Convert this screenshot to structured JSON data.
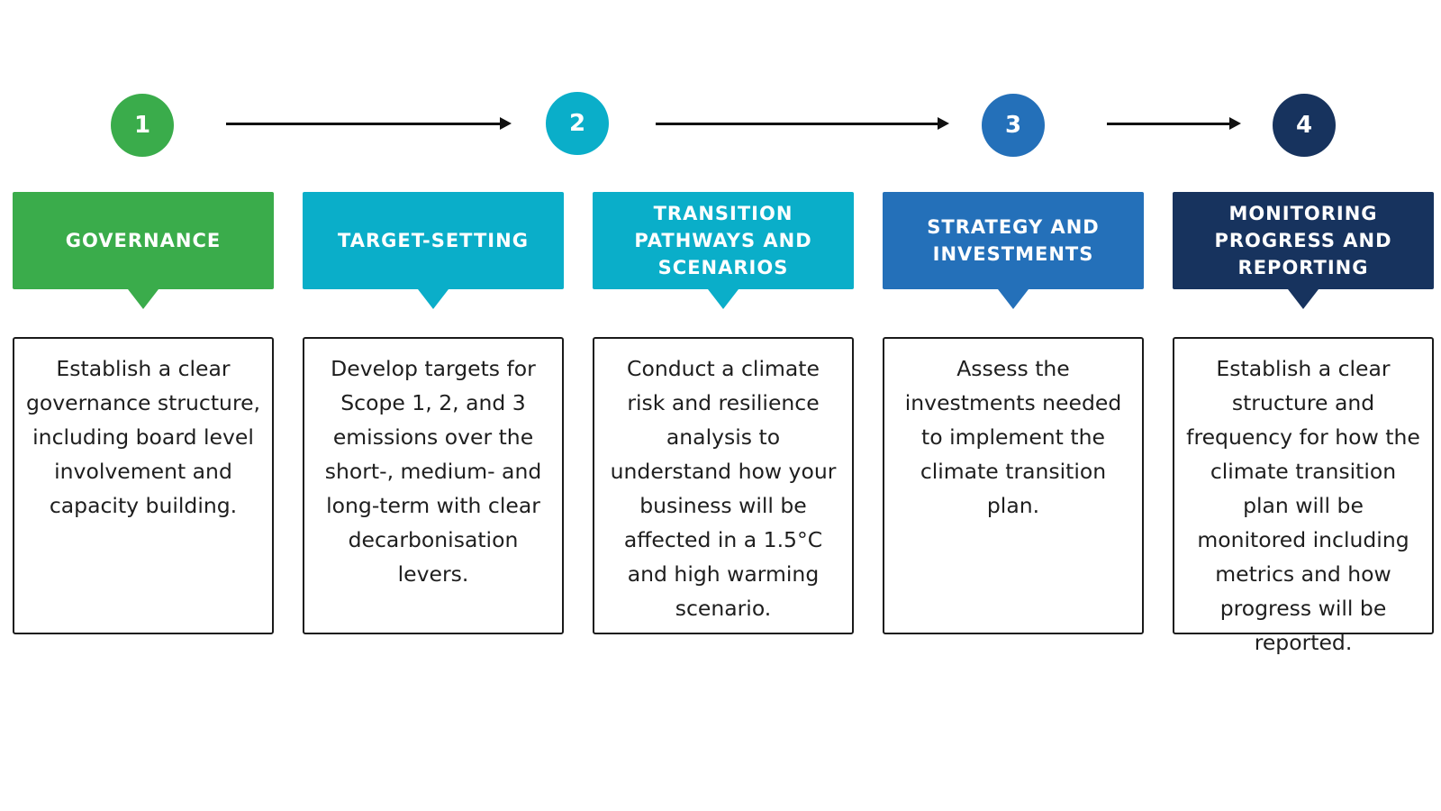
{
  "colors": {
    "governance": "#3aac4b",
    "target_setting": "#0aaec9",
    "transition_pathways": "#0aaec9",
    "strategy": "#2470b9",
    "monitoring": "#17335e",
    "arrow": "#111111",
    "card_border": "#1a1a1a"
  },
  "circles": [
    {
      "label": "1"
    },
    {
      "label": "2"
    },
    {
      "label": "3"
    },
    {
      "label": "4"
    }
  ],
  "stages": [
    {
      "title": "GOVERNANCE",
      "description": "Establish a clear governance structure, including board level involvement and capacity building."
    },
    {
      "title": "TARGET-SETTING",
      "description": "Develop targets for Scope 1, 2, and 3 emissions over the short-, medium- and long-term with clear decarbonisation levers."
    },
    {
      "title": "TRANSITION PATHWAYS AND SCENARIOS",
      "description": "Conduct a climate risk and resilience analysis to understand how your business will be affected in a 1.5°C and high warming scenario."
    },
    {
      "title": "STRATEGY AND INVESTMENTS",
      "description": "Assess the investments needed to implement the climate transition plan."
    },
    {
      "title": "MONITORING PROGRESS AND REPORTING",
      "description": "Establish a clear structure and frequency for how the climate transition plan will be monitored including metrics and how progress will be reported."
    }
  ]
}
